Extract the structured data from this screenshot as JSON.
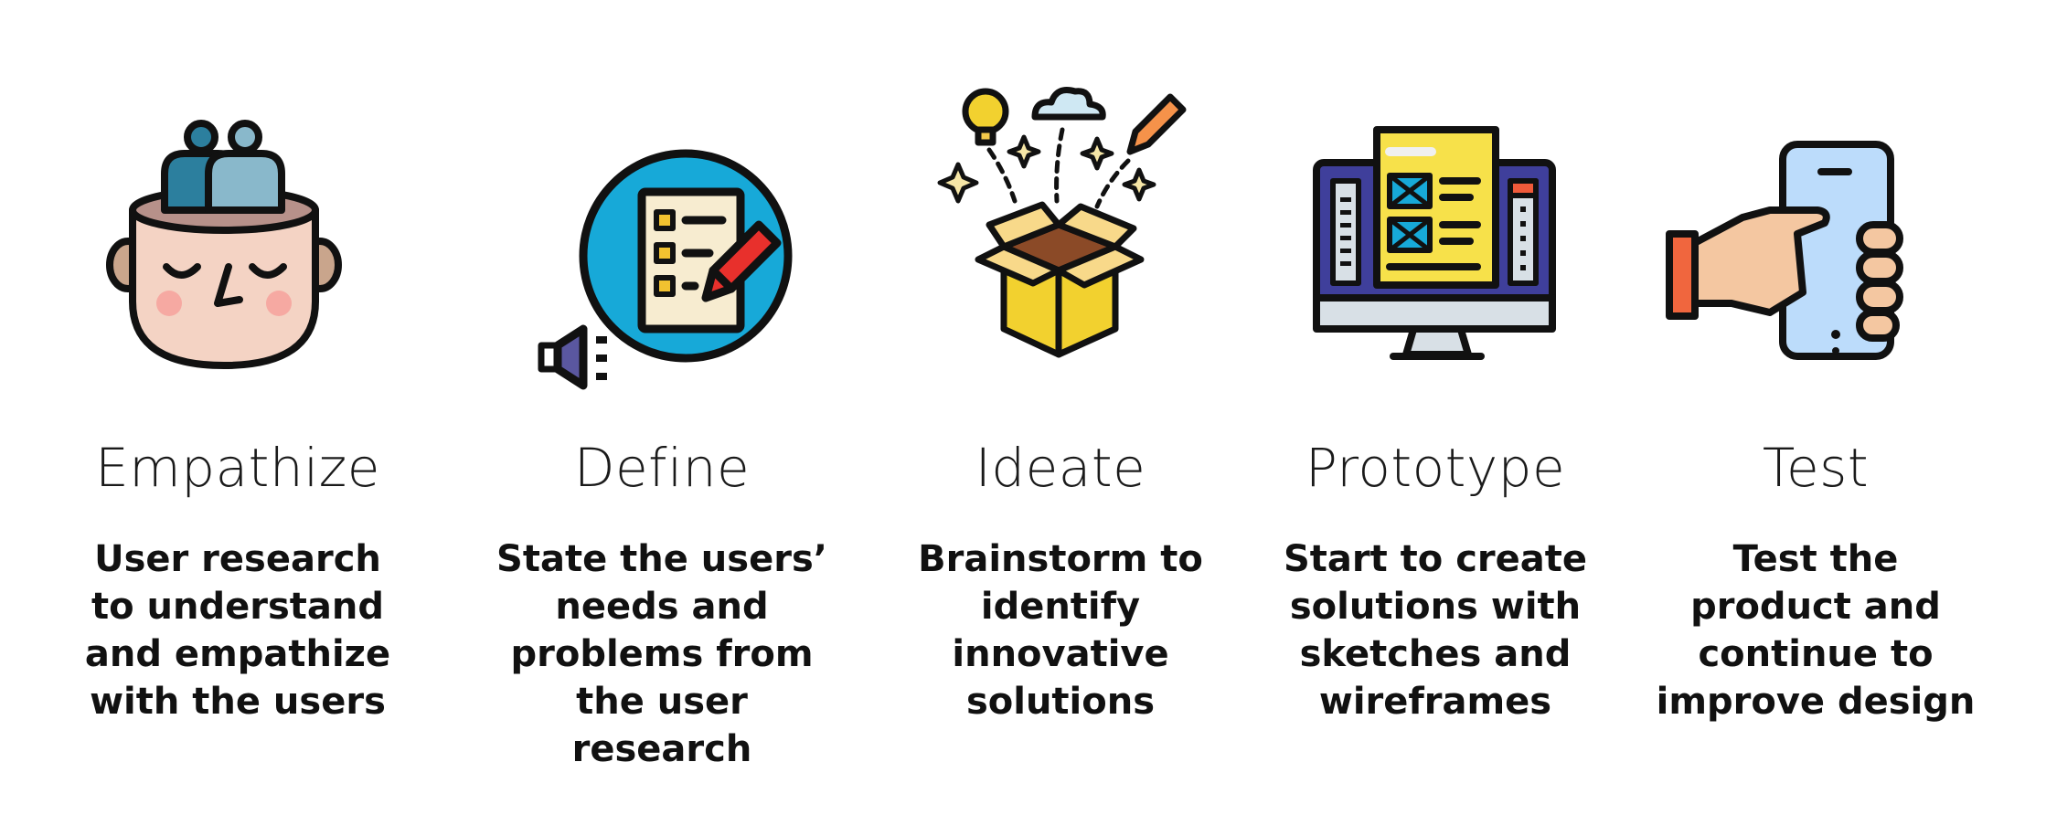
{
  "steps": [
    {
      "title": "Empathize",
      "description": "User research\nto understand\nand empathize\nwith the users",
      "icon": "head-with-users-icon"
    },
    {
      "title": "Define",
      "description": "State the users’\nneeds and\nproblems from\nthe user\nresearch",
      "icon": "checklist-megaphone-icon"
    },
    {
      "title": "Ideate",
      "description": "Brainstorm to\nidentify\ninnovative\nsolutions",
      "icon": "idea-box-icon"
    },
    {
      "title": "Prototype",
      "description": "Start to create\nsolutions with\nsketches and\nwireframes",
      "icon": "monitor-wireframe-icon"
    },
    {
      "title": "Test",
      "description": "Test the\nproduct and\ncontinue to\nimprove design",
      "icon": "hand-holding-phone-icon"
    }
  ]
}
